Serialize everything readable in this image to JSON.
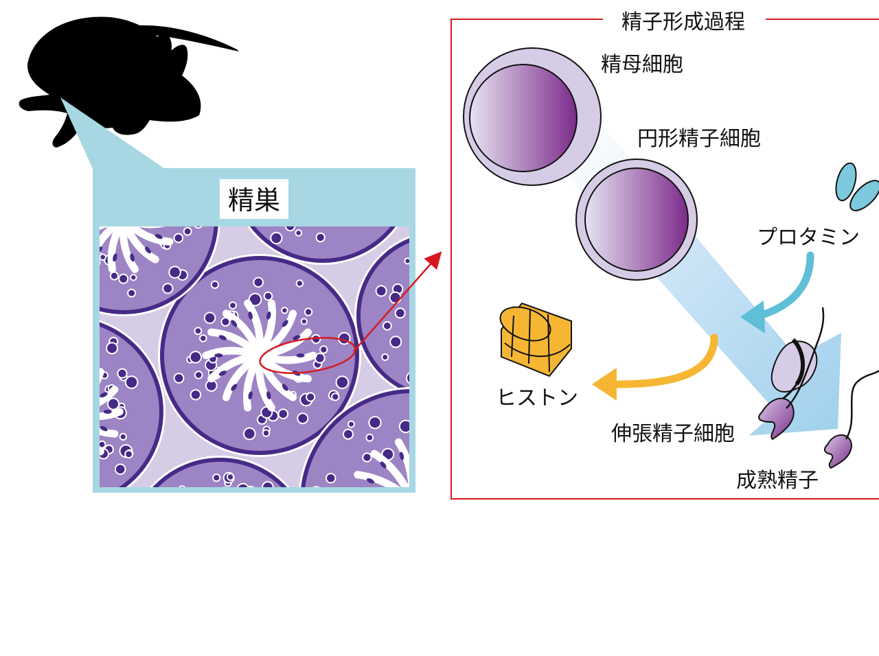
{
  "panel_title": "精子形成過程",
  "testis_label": "精巣",
  "labels": {
    "spermatocyte": "精母細胞",
    "round_spermatid": "円形精子細胞",
    "protamine": "プロタミン",
    "histone": "ヒストン",
    "elongating_spermatid": "伸張精子細胞",
    "mature_sperm": "成熟精子"
  },
  "colors": {
    "accent_red": "#d7191f",
    "testis_frame": "#a7d7e2",
    "tubule_fill": "#9d84c4",
    "tubule_border": "#472a87",
    "cell_fill": "#472a87",
    "interstitial": "#d6cce6",
    "cell_gradient_light": "#e3dff0",
    "cell_gradient_dark": "#7c2b8a",
    "protamine_color": "#5ebfd6",
    "histone_color": "#f6b634"
  }
}
